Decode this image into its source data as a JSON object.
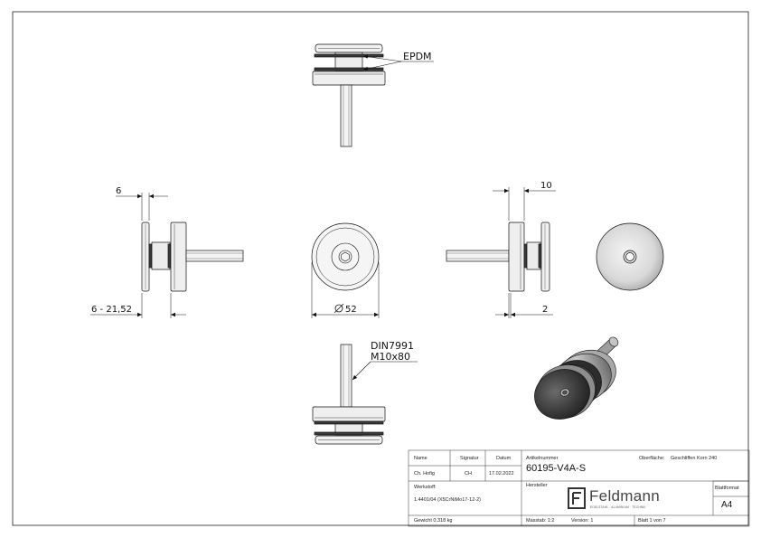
{
  "annotations": {
    "material_label": "EPDM",
    "dim_thickness": "6",
    "dim_range": "6 - 21,52",
    "dim_diameter": "52",
    "dim_10": "10",
    "dim_2": "2",
    "bolt_norm": "DIN7991",
    "bolt_size": "M10x80"
  },
  "title_block": {
    "h_name": "Name",
    "h_signatur": "Signatur",
    "h_datum": "Datum",
    "name": "Ch. Hofig",
    "signatur": "CH",
    "datum": "17.02.2022",
    "artikel_label": "Artikelnummer",
    "artikel_value": "60195-V4A-S",
    "oberflaeche_label": "Oberfläche:",
    "oberflaeche_value": "Geschliffen Korn 240",
    "werkstoff_label": "Werkstoff:",
    "werkstoff_value": "1.4401/04 (X5CrNiMo17-12-2)",
    "hersteller_label": "Hersteller",
    "brand": "Feldmann",
    "brand_tagline": "EDELSTAHL · ALUMINIUM · TECHNIK",
    "blattformat_label": "Blattformat",
    "blattformat_value": "A4",
    "gewicht": "Gewicht 0.318 kg",
    "massstab": "Masstab: 1:2",
    "version": "Version: 1",
    "blatt": "Blatt 1 von 7"
  },
  "colors": {
    "line": "#111111",
    "fill_dark": "#3a3a3a",
    "fill_mid": "#bdbdbd",
    "fill_light": "#e4e4e4"
  }
}
